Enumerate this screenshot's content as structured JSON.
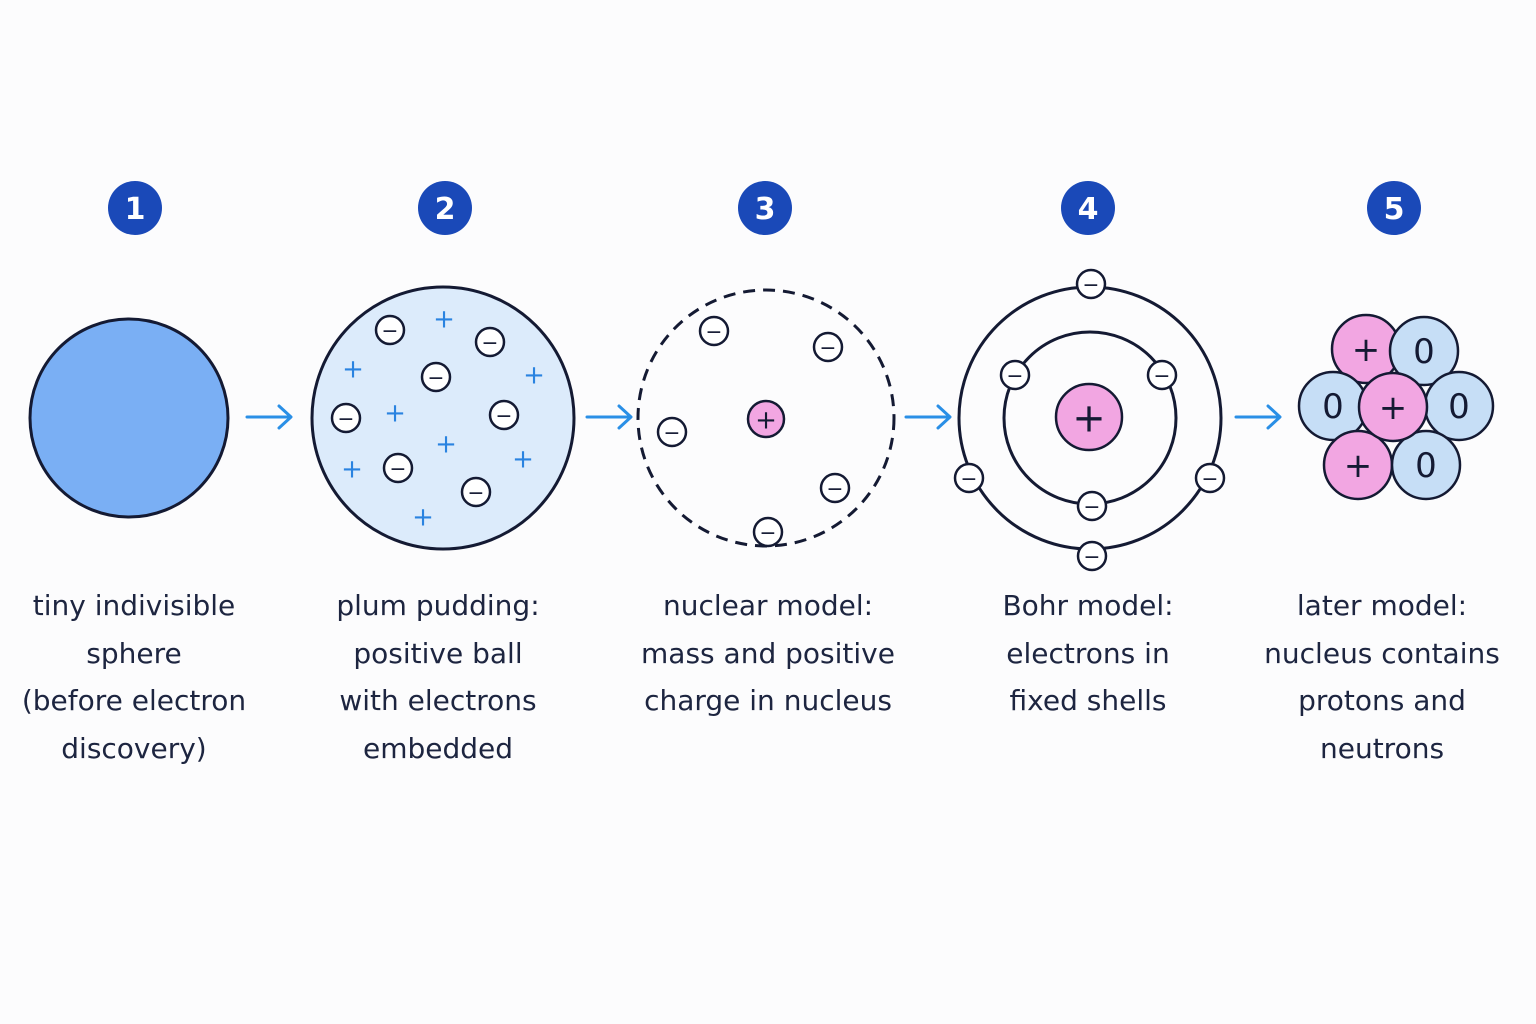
{
  "steps": [
    {
      "number": "1",
      "caption": [
        "tiny indivisible",
        "sphere",
        "(before electron",
        "discovery)"
      ]
    },
    {
      "number": "2",
      "caption": [
        "plum pudding:",
        "positive ball",
        "with electrons",
        "embedded"
      ]
    },
    {
      "number": "3",
      "caption": [
        "nuclear model:",
        "mass and positive",
        "charge in nucleus"
      ]
    },
    {
      "number": "4",
      "caption": [
        "Bohr model:",
        "electrons in",
        "fixed shells"
      ]
    },
    {
      "number": "5",
      "caption": [
        "later model:",
        "nucleus contains",
        "protons and",
        "neutrons"
      ]
    }
  ],
  "symbols": {
    "plus": "+",
    "minus": "−",
    "neutral": "0"
  },
  "colors": {
    "badge": "#1a49b8",
    "arrow": "#2a8fe6",
    "outline": "#141a33",
    "sphere_fill": "#7aaff4",
    "pudding_fill": "#dcebfb",
    "proton_fill": "#f2a6e2",
    "neutron_fill": "#c6def6",
    "plus_blue": "#2a83e0"
  }
}
